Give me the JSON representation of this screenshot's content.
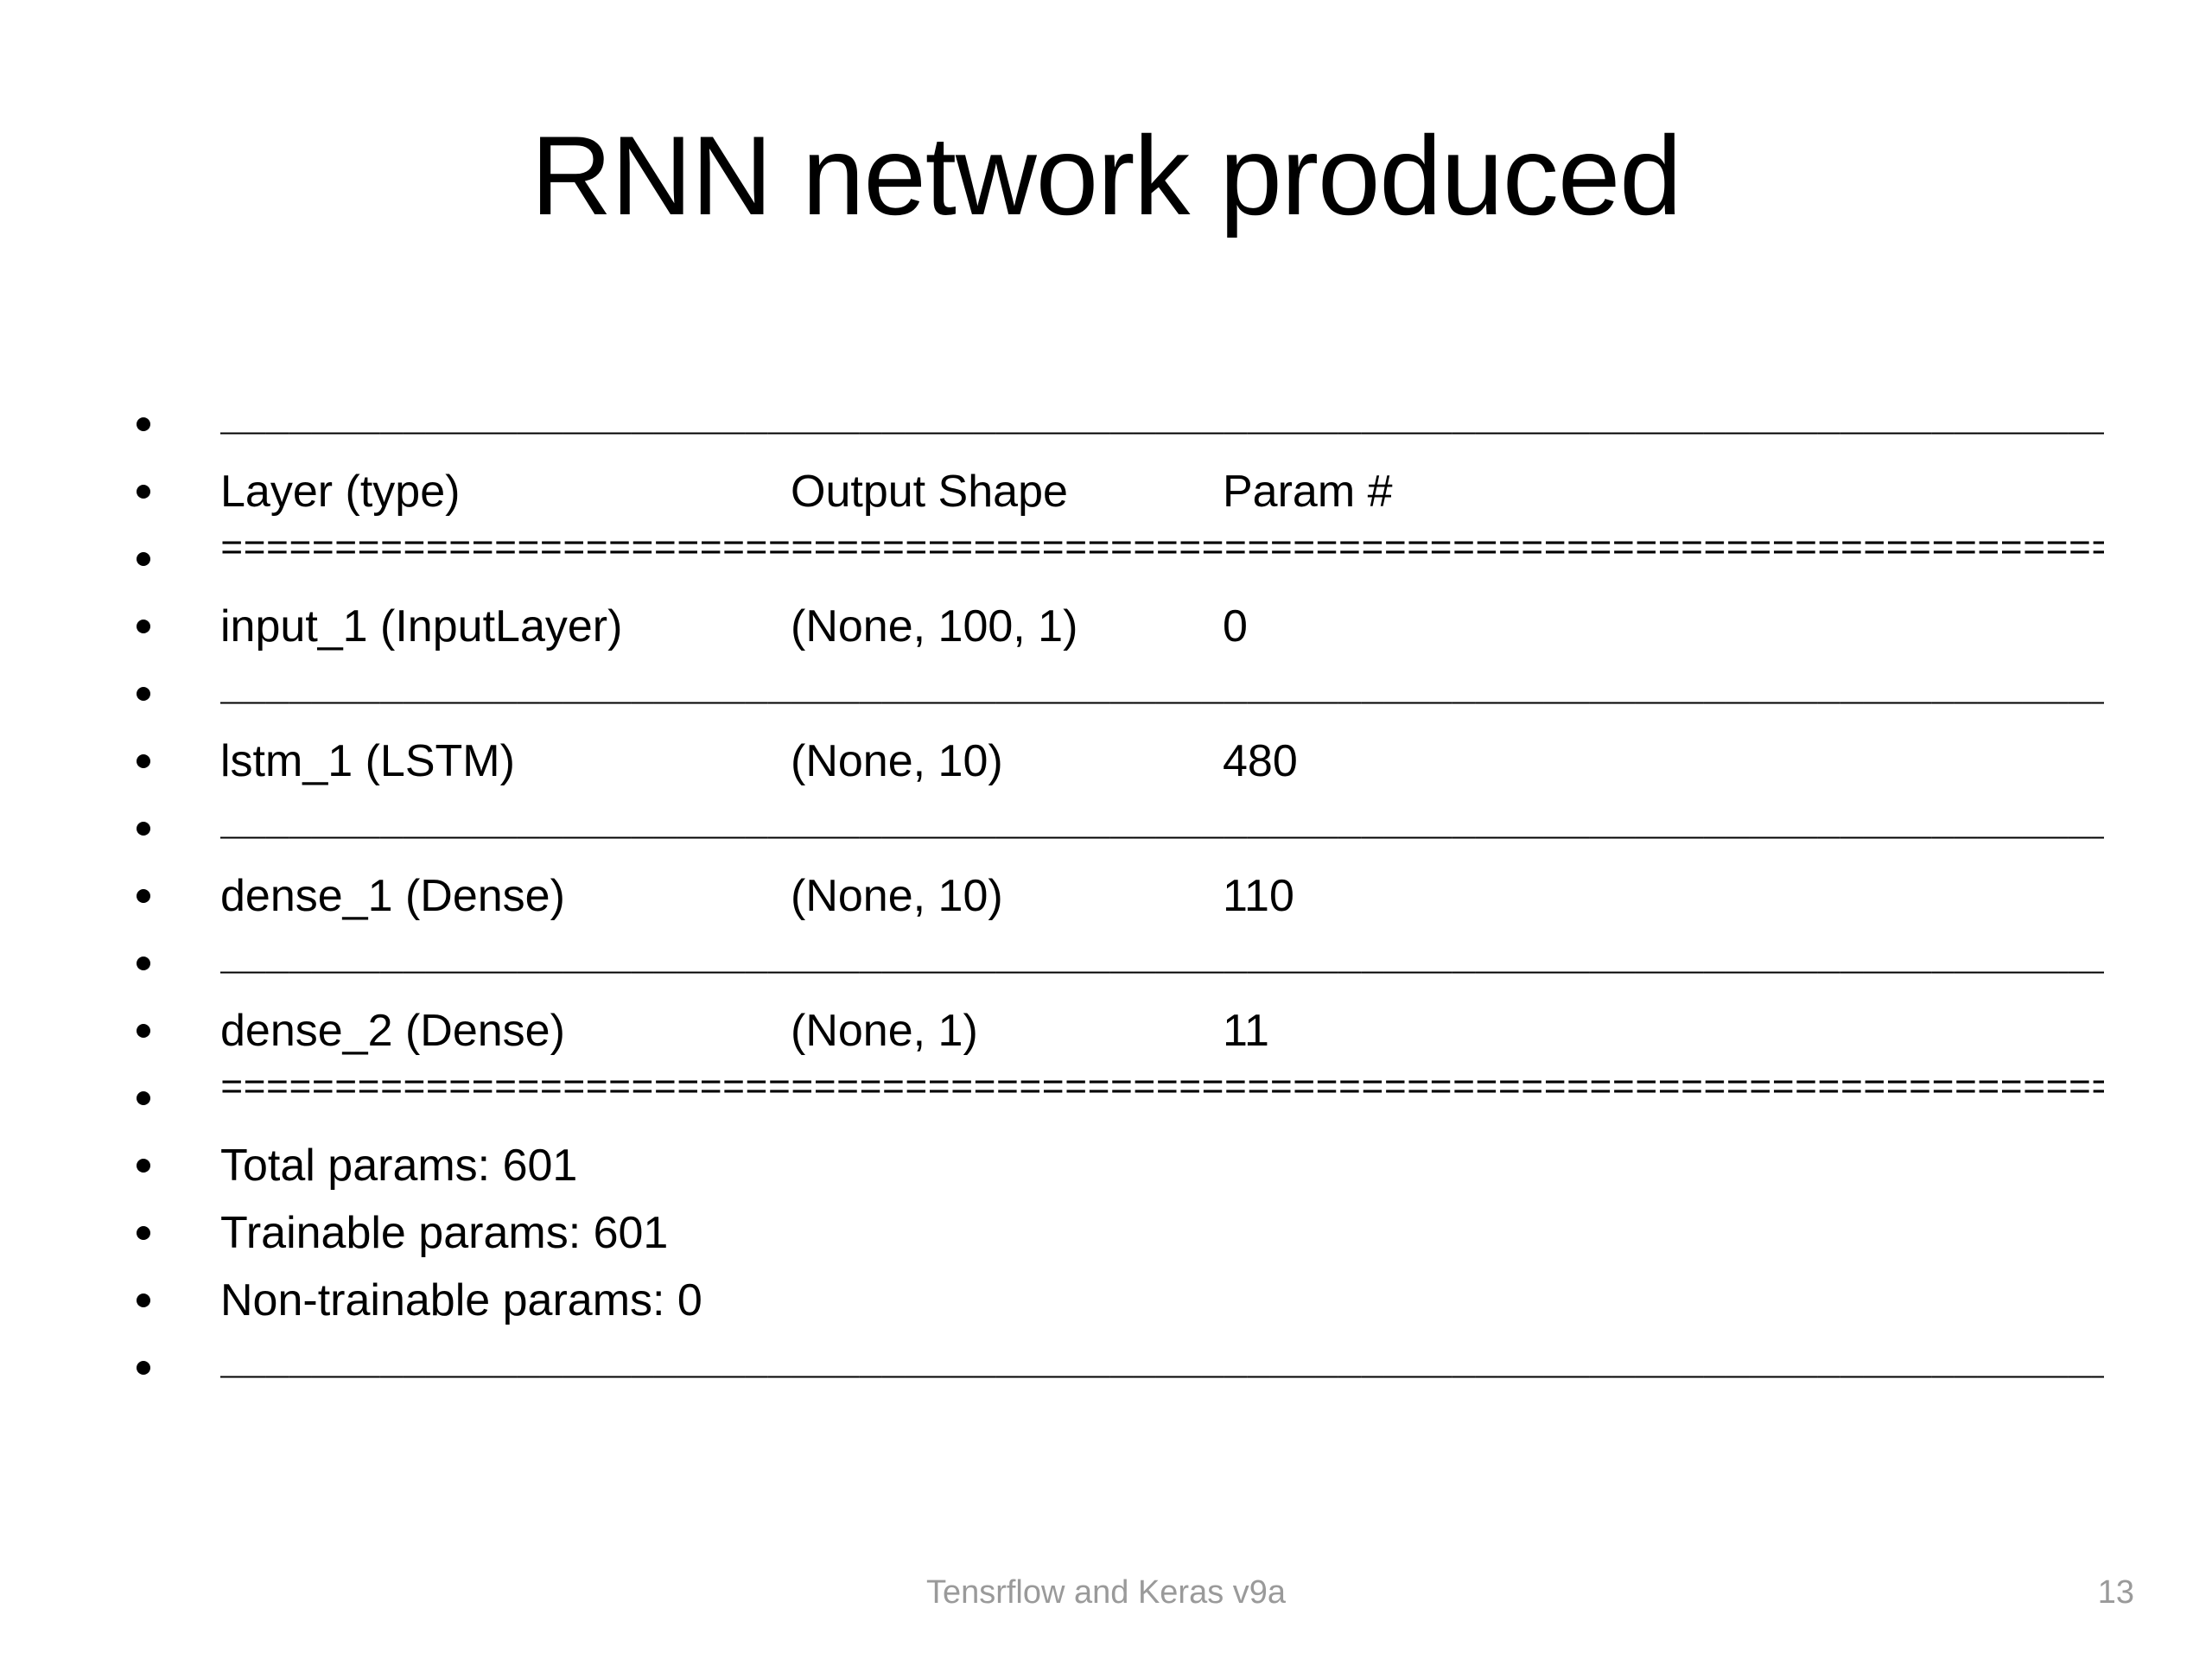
{
  "slide": {
    "title": "RNN network produced",
    "page_number": "13",
    "footer": "Tensrflow and Keras v9a",
    "accent_color": "#000000",
    "footer_color": "#9a9a9a",
    "background_color": "#ffffff"
  },
  "rules": {
    "underscore": "________________________________________________________________________________________________",
    "equals": "================================================================================================="
  },
  "table": {
    "headers": {
      "layer": "Layer (type)",
      "shape": "Output Shape",
      "param": "Param #"
    },
    "rows": [
      {
        "name": "input_1 (InputLayer)",
        "shape": "(None, 100, 1)",
        "param": "0"
      },
      {
        "name": "lstm_1 (LSTM)",
        "shape": "(None, 10)",
        "param": "480"
      },
      {
        "name": "dense_1 (Dense)",
        "shape": "(None, 10)",
        "param": "110"
      },
      {
        "name": "dense_2 (Dense)",
        "shape": "(None, 1)",
        "param": "11"
      }
    ]
  },
  "totals": {
    "total": "Total params: 601",
    "trainable": "Trainable params: 601",
    "non_trainable": "Non-trainable params: 0"
  }
}
